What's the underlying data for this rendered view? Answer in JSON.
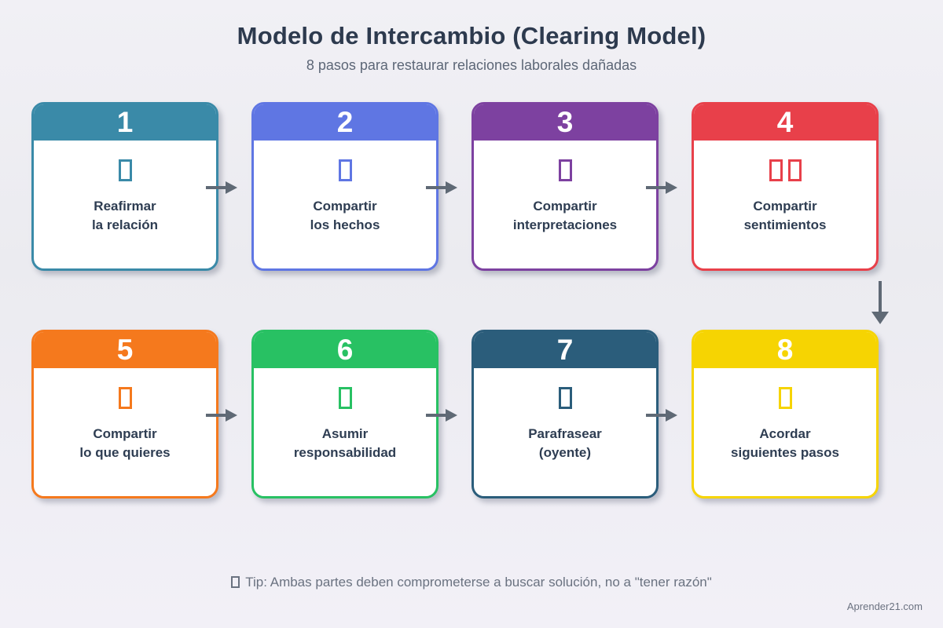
{
  "header": {
    "title": "Modelo de Intercambio (Clearing Model)",
    "subtitle": "8 pasos para restaurar relaciones laborales dañadas"
  },
  "steps": [
    {
      "number": "1",
      "label": [
        "Reafirmar",
        "la relación"
      ],
      "color": "#3a8aa8",
      "icon": "tofu-placeholder"
    },
    {
      "number": "2",
      "label": [
        "Compartir",
        "los hechos"
      ],
      "color": "#5f76e3",
      "icon": "tofu-placeholder"
    },
    {
      "number": "3",
      "label": [
        "Compartir",
        "interpretaciones"
      ],
      "color": "#7d41a0",
      "icon": "tofu-placeholder"
    },
    {
      "number": "4",
      "label": [
        "Compartir",
        "sentimientos"
      ],
      "color": "#e8404a",
      "icon": "tofu-placeholder-double"
    },
    {
      "number": "5",
      "label": [
        "Compartir",
        "lo que quieres"
      ],
      "color": "#f5791d",
      "icon": "tofu-placeholder"
    },
    {
      "number": "6",
      "label": [
        "Asumir",
        "responsabilidad"
      ],
      "color": "#28c163",
      "icon": "tofu-placeholder"
    },
    {
      "number": "7",
      "label": [
        "Parafrasear",
        "(oyente)"
      ],
      "color": "#2b5d7b",
      "icon": "tofu-placeholder"
    },
    {
      "number": "8",
      "label": [
        "Acordar",
        "siguientes pasos"
      ],
      "color": "#f6d402",
      "icon": "tofu-placeholder"
    }
  ],
  "arrows": {
    "color": "#5f6975",
    "flow": [
      "1→2",
      "2→3",
      "3→4",
      "4↓8",
      "5→6",
      "6→7",
      "7→8"
    ]
  },
  "tip": {
    "text": "Tip: Ambas partes deben comprometerse a buscar solución, no a \"tener razón\""
  },
  "footer": {
    "brand": "Aprender21.com"
  }
}
